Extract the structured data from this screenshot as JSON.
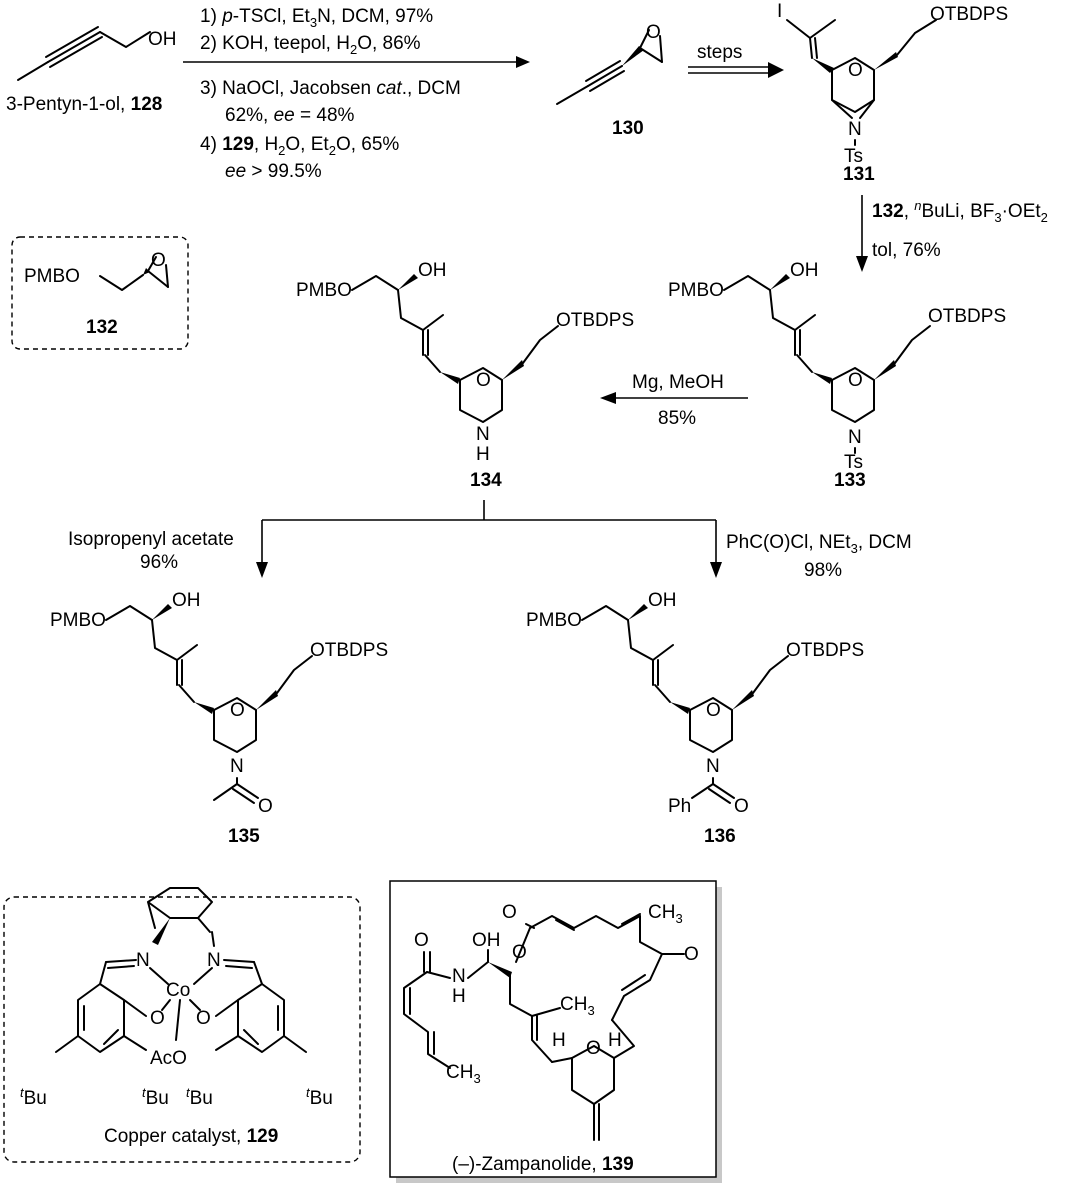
{
  "compounds": {
    "c128": {
      "name": "3-Pentyn-1-ol, ",
      "num": "128",
      "oh": "OH"
    },
    "c130": {
      "num": "130",
      "o": "O"
    },
    "c131": {
      "num": "131",
      "i": "I",
      "otbdps": "OTBDPS",
      "o": "O",
      "n": "N",
      "ts": "Ts"
    },
    "c132": {
      "num": "132",
      "pmbo": "PMBO",
      "o": "O"
    },
    "c133": {
      "num": "133",
      "pmbo": "PMBO",
      "oh": "OH",
      "otbdps": "OTBDPS",
      "o": "O",
      "n": "N",
      "ts": "Ts"
    },
    "c134": {
      "num": "134",
      "pmbo": "PMBO",
      "oh": "OH",
      "otbdps": "OTBDPS",
      "o": "O",
      "n": "N",
      "h": "H"
    },
    "c135": {
      "num": "135",
      "pmbo": "PMBO",
      "oh": "OH",
      "otbdps": "OTBDPS",
      "o": "O",
      "n": "N",
      "co": "O"
    },
    "c136": {
      "num": "136",
      "pmbo": "PMBO",
      "oh": "OH",
      "otbdps": "OTBDPS",
      "o": "O",
      "n": "N",
      "co": "O",
      "ph": "Ph"
    },
    "c129": {
      "name": "Copper catalyst, ",
      "num": "129",
      "n": "N",
      "co": "Co",
      "o": "O",
      "aco": "AcO",
      "tbu_sup": "t",
      "tbu": "Bu"
    },
    "c139": {
      "name": "(–)-Zampanolide, ",
      "num": "139",
      "o": "O",
      "oh": "OH",
      "nh_n": "N",
      "nh_h": "H",
      "h": "H",
      "ch3_c": "CH",
      "ch3_3": "3"
    }
  },
  "conditions": {
    "step1": {
      "l1_pre": "1) ",
      "l1_it": "p",
      "l1_post": "-TSCl, Et",
      "l1_sub": "3",
      "l1_end": "N, DCM, 97%",
      "l2_pre": "2) KOH, teepol, H",
      "l2_sub": "2",
      "l2_end": "O, 86%",
      "l3_pre": "3) NaOCl, Jacobsen ",
      "l3_it": "cat",
      "l3_end": "., DCM",
      "l4_pre": "62%, ",
      "l4_it": "ee",
      "l4_end": " = 48%",
      "l5_pre": "4) ",
      "l5_bold": "129",
      "l5_mid": ", H",
      "l5_sub": "2",
      "l5_mid2": "O, Et",
      "l5_sub2": "2",
      "l5_end": "O, 65%",
      "l6_it": "ee",
      "l6_end": " > 99.5%"
    },
    "step2": {
      "label": "steps"
    },
    "step3": {
      "l1_bold": "132",
      "l1_mid": ", ",
      "l1_sup": "n",
      "l1_mid2": "BuLi, BF",
      "l1_sub": "3",
      "l1_end": "·OEt",
      "l1_sub2": "2",
      "l2": "tol, 76%"
    },
    "step4": {
      "l1": "Mg, MeOH",
      "l2": "85%"
    },
    "step5": {
      "l1": "Isopropenyl acetate",
      "l2": "96%"
    },
    "step6": {
      "l1_pre": "PhC(O)Cl, NEt",
      "l1_sub": "3",
      "l1_end": ", DCM",
      "l2": "98%"
    }
  }
}
